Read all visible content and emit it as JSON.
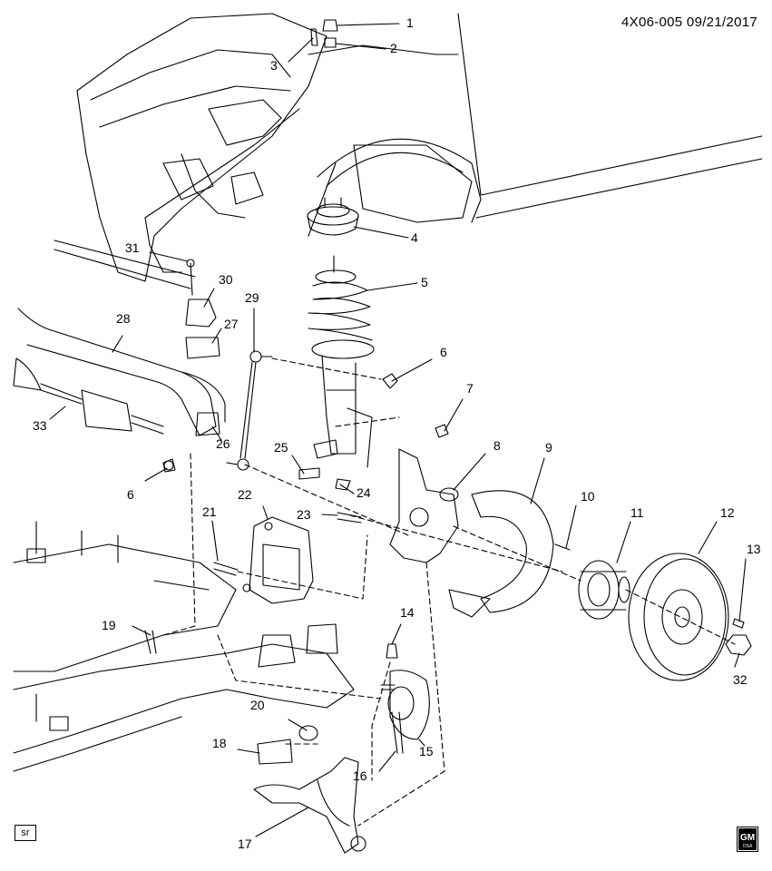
{
  "diagram": {
    "header": "4X06-005 09/21/2017",
    "corner_tag": "sr",
    "logo": {
      "text": "GM",
      "sub": "OSA"
    },
    "callouts": [
      {
        "id": "c1",
        "label": "1"
      },
      {
        "id": "c2",
        "label": "2"
      },
      {
        "id": "c3",
        "label": "3"
      },
      {
        "id": "c4",
        "label": "4"
      },
      {
        "id": "c5",
        "label": "5"
      },
      {
        "id": "c6a",
        "label": "6"
      },
      {
        "id": "c6b",
        "label": "6"
      },
      {
        "id": "c7",
        "label": "7"
      },
      {
        "id": "c8",
        "label": "8"
      },
      {
        "id": "c9",
        "label": "9"
      },
      {
        "id": "c10",
        "label": "10"
      },
      {
        "id": "c11",
        "label": "11"
      },
      {
        "id": "c12",
        "label": "12"
      },
      {
        "id": "c13",
        "label": "13"
      },
      {
        "id": "c14",
        "label": "14"
      },
      {
        "id": "c15",
        "label": "15"
      },
      {
        "id": "c16",
        "label": "16"
      },
      {
        "id": "c17",
        "label": "17"
      },
      {
        "id": "c18",
        "label": "18"
      },
      {
        "id": "c19",
        "label": "19"
      },
      {
        "id": "c20",
        "label": "20"
      },
      {
        "id": "c21",
        "label": "21"
      },
      {
        "id": "c22",
        "label": "22"
      },
      {
        "id": "c23",
        "label": "23"
      },
      {
        "id": "c24",
        "label": "24"
      },
      {
        "id": "c25",
        "label": "25"
      },
      {
        "id": "c26",
        "label": "26"
      },
      {
        "id": "c27",
        "label": "27"
      },
      {
        "id": "c28",
        "label": "28"
      },
      {
        "id": "c29",
        "label": "29"
      },
      {
        "id": "c30",
        "label": "30"
      },
      {
        "id": "c31",
        "label": "31"
      },
      {
        "id": "c32",
        "label": "32"
      },
      {
        "id": "c33",
        "label": "33"
      }
    ]
  }
}
